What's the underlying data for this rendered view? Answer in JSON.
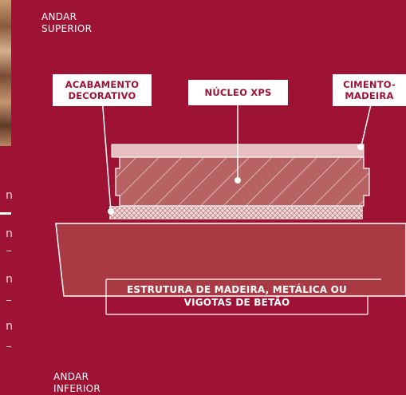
{
  "floors": {
    "upper": [
      "ANDAR",
      "SUPERIOR"
    ],
    "lower": [
      "ANDAR",
      "INFERIOR"
    ]
  },
  "labels": {
    "finish": [
      "ACABAMENTO",
      "DECORATIVO"
    ],
    "core": "NÚCLEO XPS",
    "board": [
      "CIMENTO-",
      "MADEIRA"
    ],
    "structure": [
      "ESTRUTURA DE MADEIRA, METÁLICA OU",
      "VIGOTAS DE BETÃO"
    ]
  },
  "side_glyphs": [
    "n",
    "n",
    "n",
    "n"
  ],
  "colors": {
    "background": "#9e1233",
    "structure": "#a93a44",
    "core": "#b86363",
    "top_board": "#e8bfc0",
    "mesh": "#f1dcdc"
  }
}
